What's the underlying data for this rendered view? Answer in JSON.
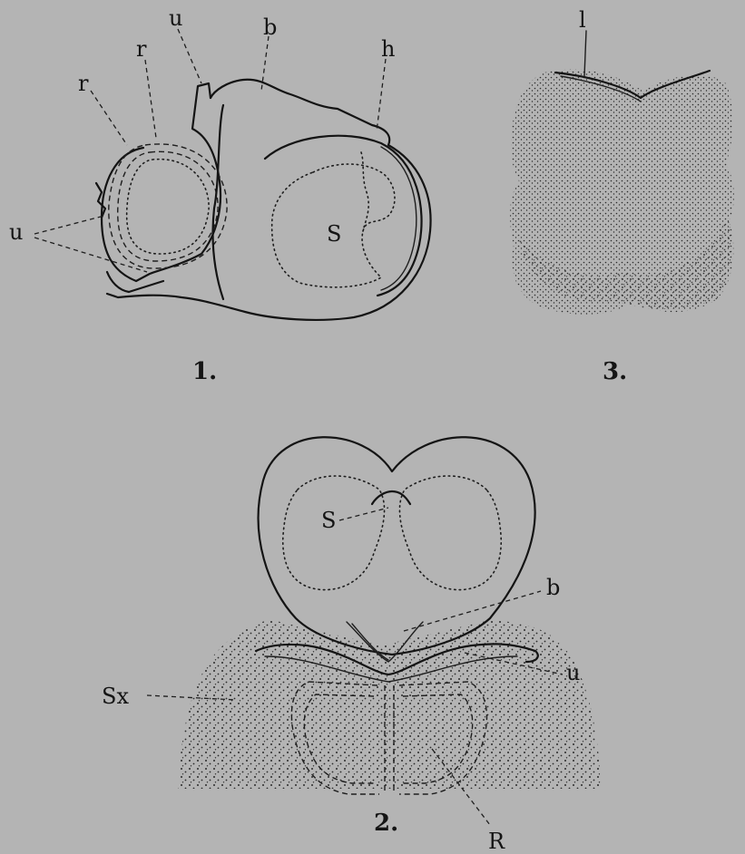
{
  "figure_1": {
    "caption": "1.",
    "labels": {
      "u_top": "u",
      "r_top": "r",
      "r_left": "r",
      "b": "b",
      "h": "h",
      "u_left": "u",
      "s": "S"
    }
  },
  "figure_2": {
    "caption": "2.",
    "labels": {
      "s": "S",
      "b": "b",
      "u": "u",
      "sx": "Sx",
      "r": "R"
    }
  },
  "figure_3": {
    "caption": "3.",
    "labels": {
      "l": "l"
    }
  },
  "colors": {
    "paper": "#b4b4b4",
    "ink": "#141414"
  }
}
